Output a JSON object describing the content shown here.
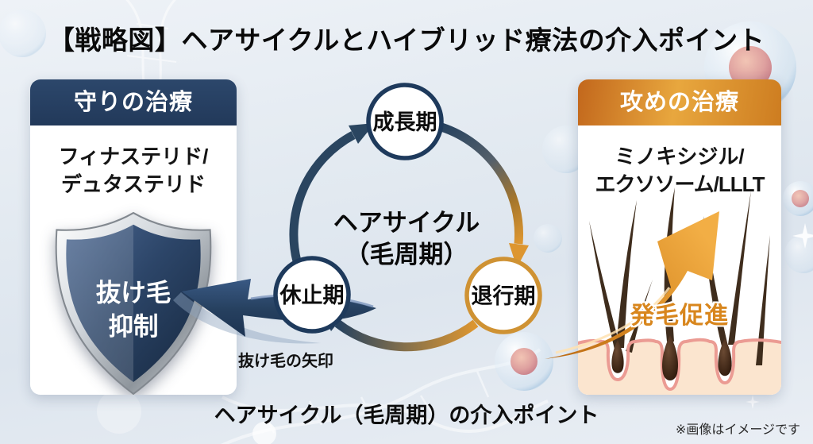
{
  "title": "【戦略図】ヘアサイクルとハイブリッド療法の介入ポイント",
  "defense_card": {
    "header": "守りの治療",
    "drugs_line1": "フィナステリド/",
    "drugs_line2": "デュタステリド",
    "shield_label_line1": "抜け毛",
    "shield_label_line2": "抑制"
  },
  "offense_card": {
    "header": "攻めの治療",
    "drugs_line1": "ミノキシジル/",
    "drugs_line2": "エクソソーム/LLLT",
    "growth_label": "発毛促進"
  },
  "cycle": {
    "title_line1": "ヘアサイクル",
    "title_line2": "（毛周期）",
    "nodes": {
      "growth": "成長期",
      "regression": "退行期",
      "rest": "休止期"
    },
    "shedding_arrow_label": "抜け毛の矢印"
  },
  "caption": "ヘアサイクル（毛周期）の介入ポイント",
  "note": "※画像はイメージです",
  "colors": {
    "navy": "#24415f",
    "gold": "#e09a33",
    "orange_header_dark": "#c2671c",
    "orange_header_light": "#e8a73e",
    "skin": "#fbe5cf",
    "skin_line": "#eb9b93",
    "hair_brown": "#3f2d1d",
    "shield_navy": "#2c4568"
  }
}
